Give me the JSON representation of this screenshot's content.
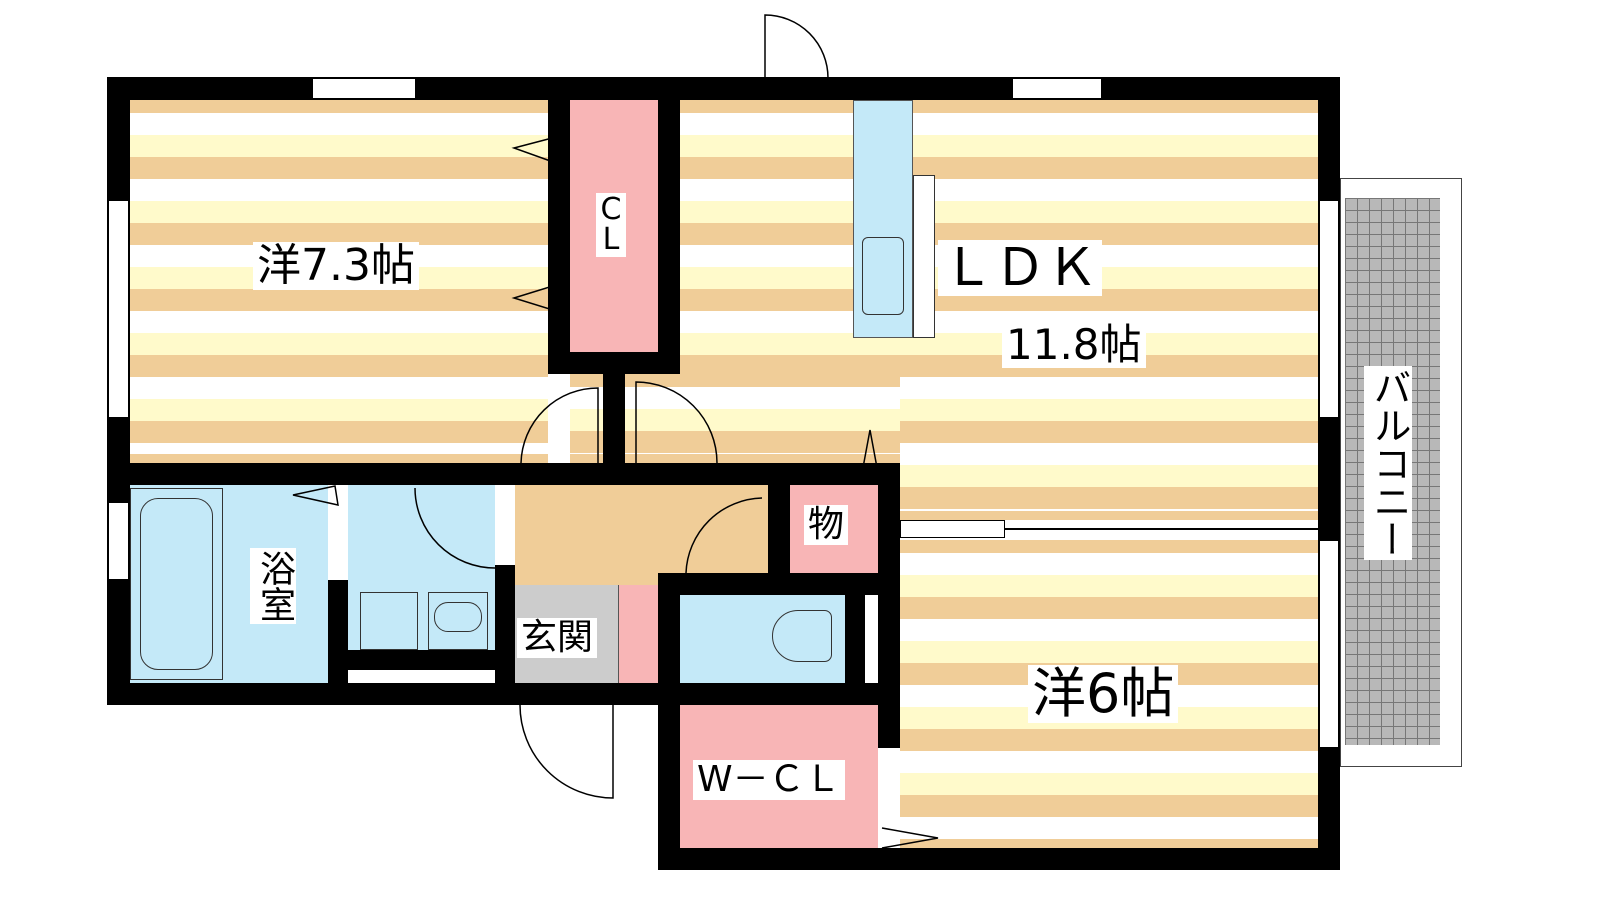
{
  "rooms": {
    "western_1": "洋7.3帖",
    "closet": "CL",
    "ldk_name": "ＬＤＫ",
    "ldk_size": "11.8帖",
    "balcony": "バルコニー",
    "bath": "浴室",
    "entrance": "玄関",
    "storage": "物",
    "western_2": "洋6帖",
    "walk_in_closet": "W－ＣＬ"
  },
  "colors": {
    "floor_stripe": "#f0cd98",
    "wet_area": "#c4e9f8",
    "storage": "#f8b5b6",
    "hall": "#f0cd98",
    "entrance": "#cccccc"
  }
}
